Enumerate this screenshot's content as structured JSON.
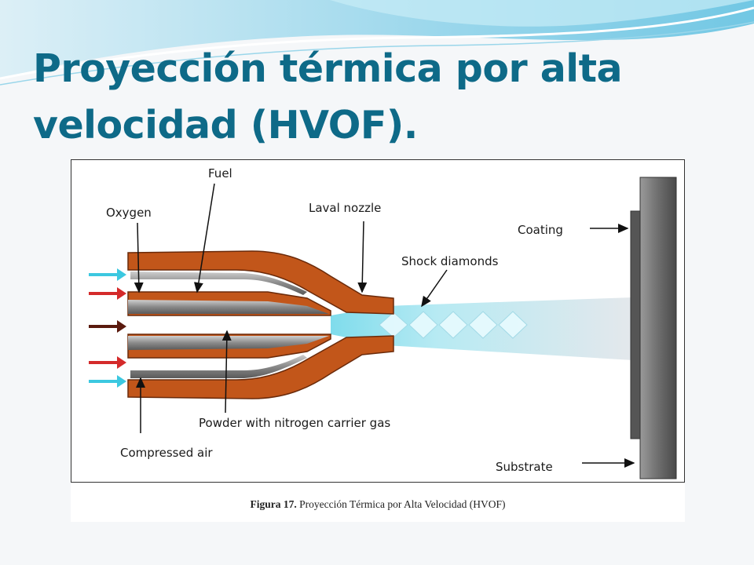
{
  "slide": {
    "title": "Proyección térmica por alta velocidad (HVOF)."
  },
  "diagram": {
    "labels": {
      "fuel": "Fuel",
      "oxygen": "Oxygen",
      "laval_nozzle": "Laval nozzle",
      "coating": "Coating",
      "shock_diamonds": "Shock diamonds",
      "powder": "Powder with nitrogen carrier gas",
      "compressed_air": "Compressed air",
      "substrate": "Substrate"
    },
    "colors": {
      "oxygen_arrow": "#3cc8e0",
      "fuel_arrow": "#d42a2a",
      "powder_arrow": "#5a1a0e",
      "gun_body": "#c2561a",
      "flame": "#aee8f2",
      "substrate": "#6e6e6e",
      "title": "#0e6a88"
    }
  },
  "caption": {
    "label": "Figura 17.",
    "text": " Proyección Térmica por Alta Velocidad (HVOF)"
  }
}
